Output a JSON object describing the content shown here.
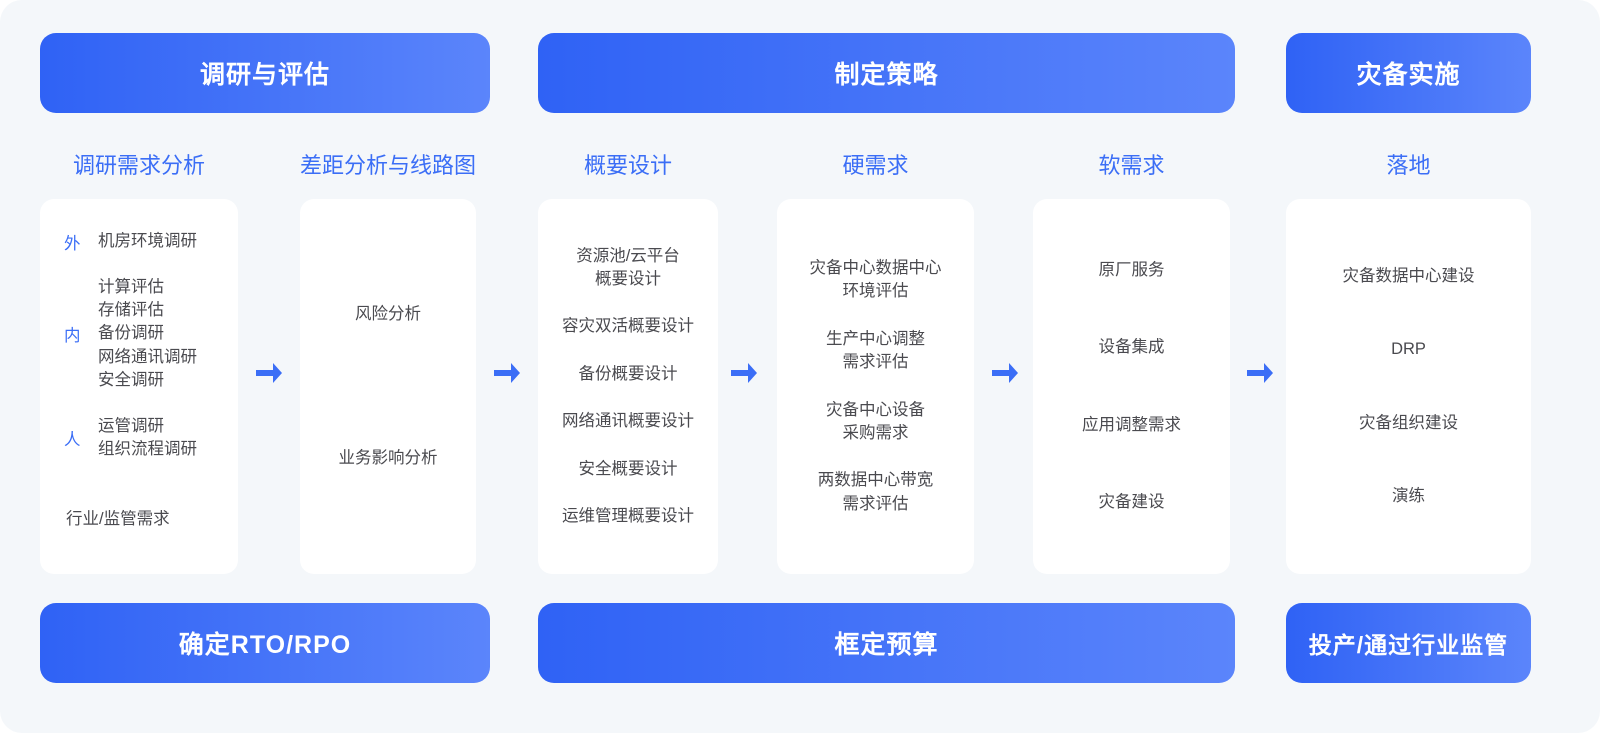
{
  "accent": {
    "brand_blue": "#3b6ef6",
    "banner_gradient_from": "#2f62f5",
    "banner_gradient_to": "#5b85fb",
    "page_background": "#f4f7fa",
    "card_background": "#ffffff",
    "body_text": "#4a4a4f"
  },
  "phases": [
    {
      "label": "调研与评估"
    },
    {
      "label": "制定策略"
    },
    {
      "label": "灾备实施"
    }
  ],
  "columns": [
    {
      "header": "调研需求分析"
    },
    {
      "header": "差距分析与线路图"
    },
    {
      "header": "概要设计"
    },
    {
      "header": "硬需求"
    },
    {
      "header": "软需求"
    },
    {
      "header": "落地"
    }
  ],
  "cards": {
    "research_demand": {
      "groups": [
        {
          "tag": "外",
          "items": [
            "机房环境调研"
          ]
        },
        {
          "tag": "内",
          "items": [
            "计算评估",
            "存储评估",
            "备份调研",
            "网络通讯调研",
            "安全调研"
          ]
        },
        {
          "tag": "人",
          "items": [
            "运管调研",
            "组织流程调研"
          ]
        }
      ],
      "footnote": "行业/监管需求"
    },
    "gap_analysis": {
      "items": [
        "风险分析",
        "业务影响分析"
      ]
    },
    "outline_design": {
      "items": [
        "资源池/云平台\n概要设计",
        "容灾双活概要设计",
        "备份概要设计",
        "网络通讯概要设计",
        "安全概要设计",
        "运维管理概要设计"
      ]
    },
    "hard_requirements": {
      "items": [
        "灾备中心数据中心\n环境评估",
        "生产中心调整\n需求评估",
        "灾备中心设备\n采购需求",
        "两数据中心带宽\n需求评估"
      ]
    },
    "soft_requirements": {
      "items": [
        "原厂服务",
        "设备集成",
        "应用调整需求",
        "灾备建设"
      ]
    },
    "landing": {
      "items": [
        "灾备数据中心建设",
        "DRP",
        "灾备组织建设",
        "演练"
      ]
    }
  },
  "arrows": [
    {
      "name": "arrow-col1-to-col2"
    },
    {
      "name": "arrow-col2-to-col3"
    },
    {
      "name": "arrow-col3-to-col4"
    },
    {
      "name": "arrow-col4-to-col5"
    },
    {
      "name": "arrow-col5-to-col6"
    }
  ],
  "outcomes": [
    {
      "label": "确定RTO/RPO"
    },
    {
      "label": "框定预算"
    },
    {
      "label": "投产/通过行业监管"
    }
  ]
}
